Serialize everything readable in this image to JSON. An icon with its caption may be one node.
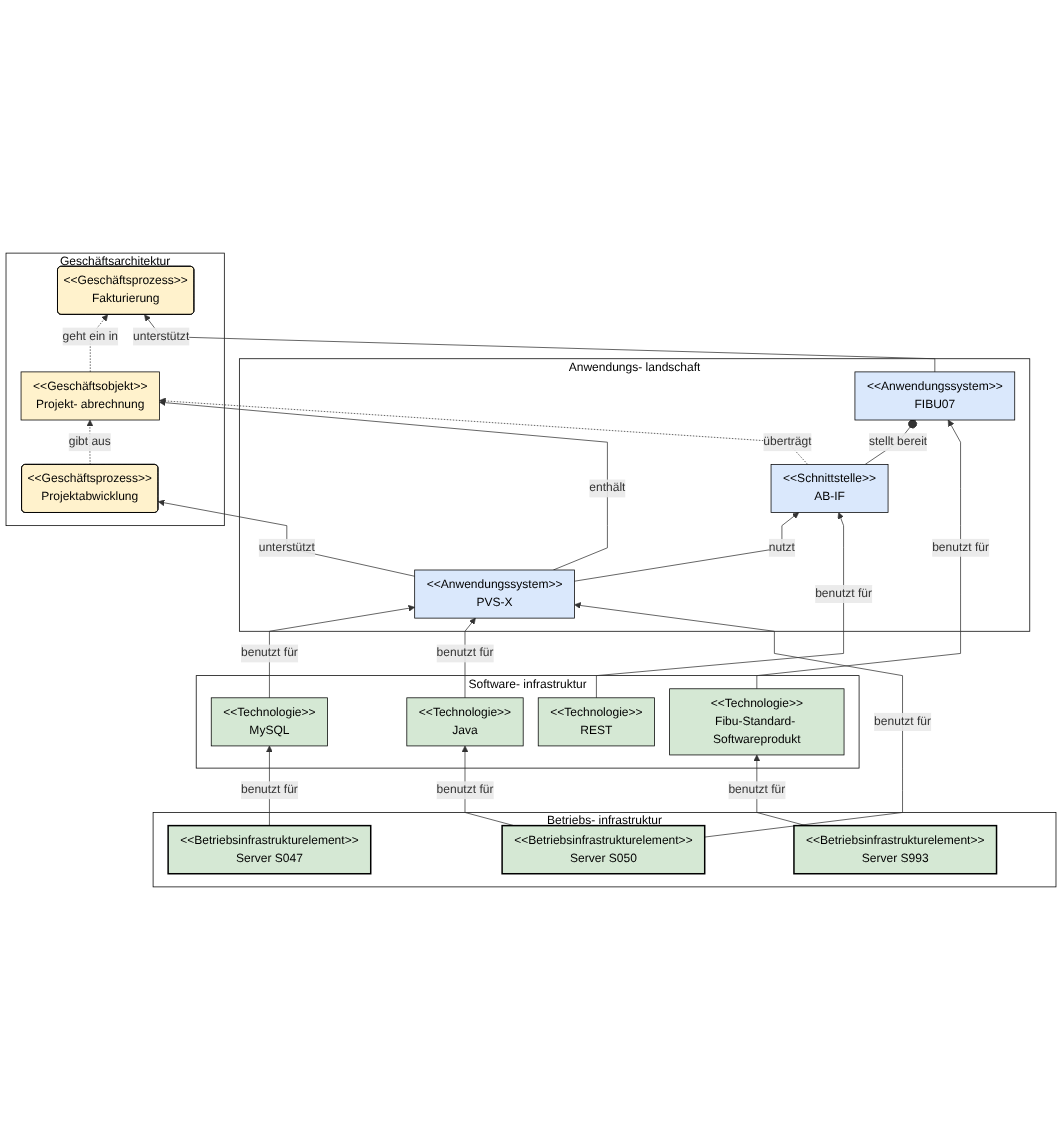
{
  "diagram": {
    "nodes": [
      {
        "text": [
          "Geschäftsarchitektur"
        ]
      },
      {
        "text": [
          "<<Geschäftsprozess>>",
          "Projektabwicklung"
        ],
        "in": 0
      },
      {
        "text": [
          "<<Geschäftsobjekt>>",
          "Projekt- abrechnung"
        ],
        "in": 0
      },
      {
        "text": [
          "<<Geschäftsprozess>>",
          "Fakturierung"
        ],
        "in": 0
      },
      {
        "text": [
          "Anwendungs- landschaft"
        ]
      },
      {
        "text": [
          "<<Anwendungssystem>>",
          "PVS-X"
        ],
        "in": 4
      },
      {
        "text": [
          "<<Schnittstelle>>",
          "AB-IF"
        ],
        "in": 4
      },
      {
        "text": [
          "<<Anwendungssystem>>",
          "FIBU07"
        ],
        "in": 4
      },
      {
        "text": [
          "Software- infrastruktur"
        ]
      },
      {
        "text": [
          "<<Technologie>>",
          "Java"
        ],
        "in": 8
      },
      {
        "text": [
          "<<Technologie>>",
          "REST"
        ],
        "in": 8
      },
      {
        "text": [
          "<<Technologie>>",
          "Fibu-Standard- Softwareprodukt"
        ],
        "in": 8
      },
      {
        "text": [
          "<<Technologie>>",
          "MySQL"
        ],
        "in": 8
      },
      {
        "text": [
          "Betriebs- infrastruktur"
        ]
      },
      {
        "text": [
          "<<Betriebsinfrastrukturelement>>",
          "Server S047"
        ],
        "in": 13
      },
      {
        "text": [
          "<<Betriebsinfrastrukturelement>>",
          "Server S050"
        ],
        "in": 13
      },
      {
        "text": [
          "<<Betriebsinfrastrukturelement>>",
          "Server S993"
        ],
        "in": 13
      }
    ],
    "edges": [
      {
        "from": 1,
        "to": 2,
        "arrow": "to",
        "label": "gibt aus",
        "style": "dashed"
      },
      {
        "from": 2,
        "to": 3,
        "arrow": "to",
        "label": "geht ein in",
        "style": "dashed"
      },
      {
        "from": 5,
        "to": 1,
        "arrow": "to",
        "label": "unterstützt"
      },
      {
        "from": 5,
        "to": 2,
        "arrow": "to",
        "label": "enthält"
      },
      {
        "from": 6,
        "to": 2,
        "arrow": "to",
        "label": "überträgt",
        "style": "dashed"
      },
      {
        "from": 5,
        "to": 6,
        "arrow": "to",
        "label": "nutzt"
      },
      {
        "from": 6,
        "to": 7,
        "arrow": "other",
        "label": "stellt bereit"
      },
      {
        "from": 7,
        "to": 3,
        "arrow": "to",
        "label": "unterstützt"
      },
      {
        "from": 12,
        "to": 5,
        "arrow": "to",
        "label": "benutzt für"
      },
      {
        "from": 9,
        "to": 5,
        "arrow": "to",
        "label": "benutzt für"
      },
      {
        "from": 15,
        "to": 5,
        "arrow": "to",
        "label": "benutzt für"
      },
      {
        "from": 10,
        "to": 6,
        "arrow": "to",
        "label": "benutzt für"
      },
      {
        "from": 11,
        "to": 7,
        "arrow": "to",
        "label": "benutzt für"
      },
      {
        "from": 14,
        "to": 12,
        "arrow": "to",
        "label": "benutzt für"
      },
      {
        "from": 15,
        "to": 9,
        "arrow": "to",
        "label": "benutzt für"
      },
      {
        "from": 16,
        "to": 11,
        "arrow": "to",
        "label": "benutzt für"
      }
    ]
  }
}
